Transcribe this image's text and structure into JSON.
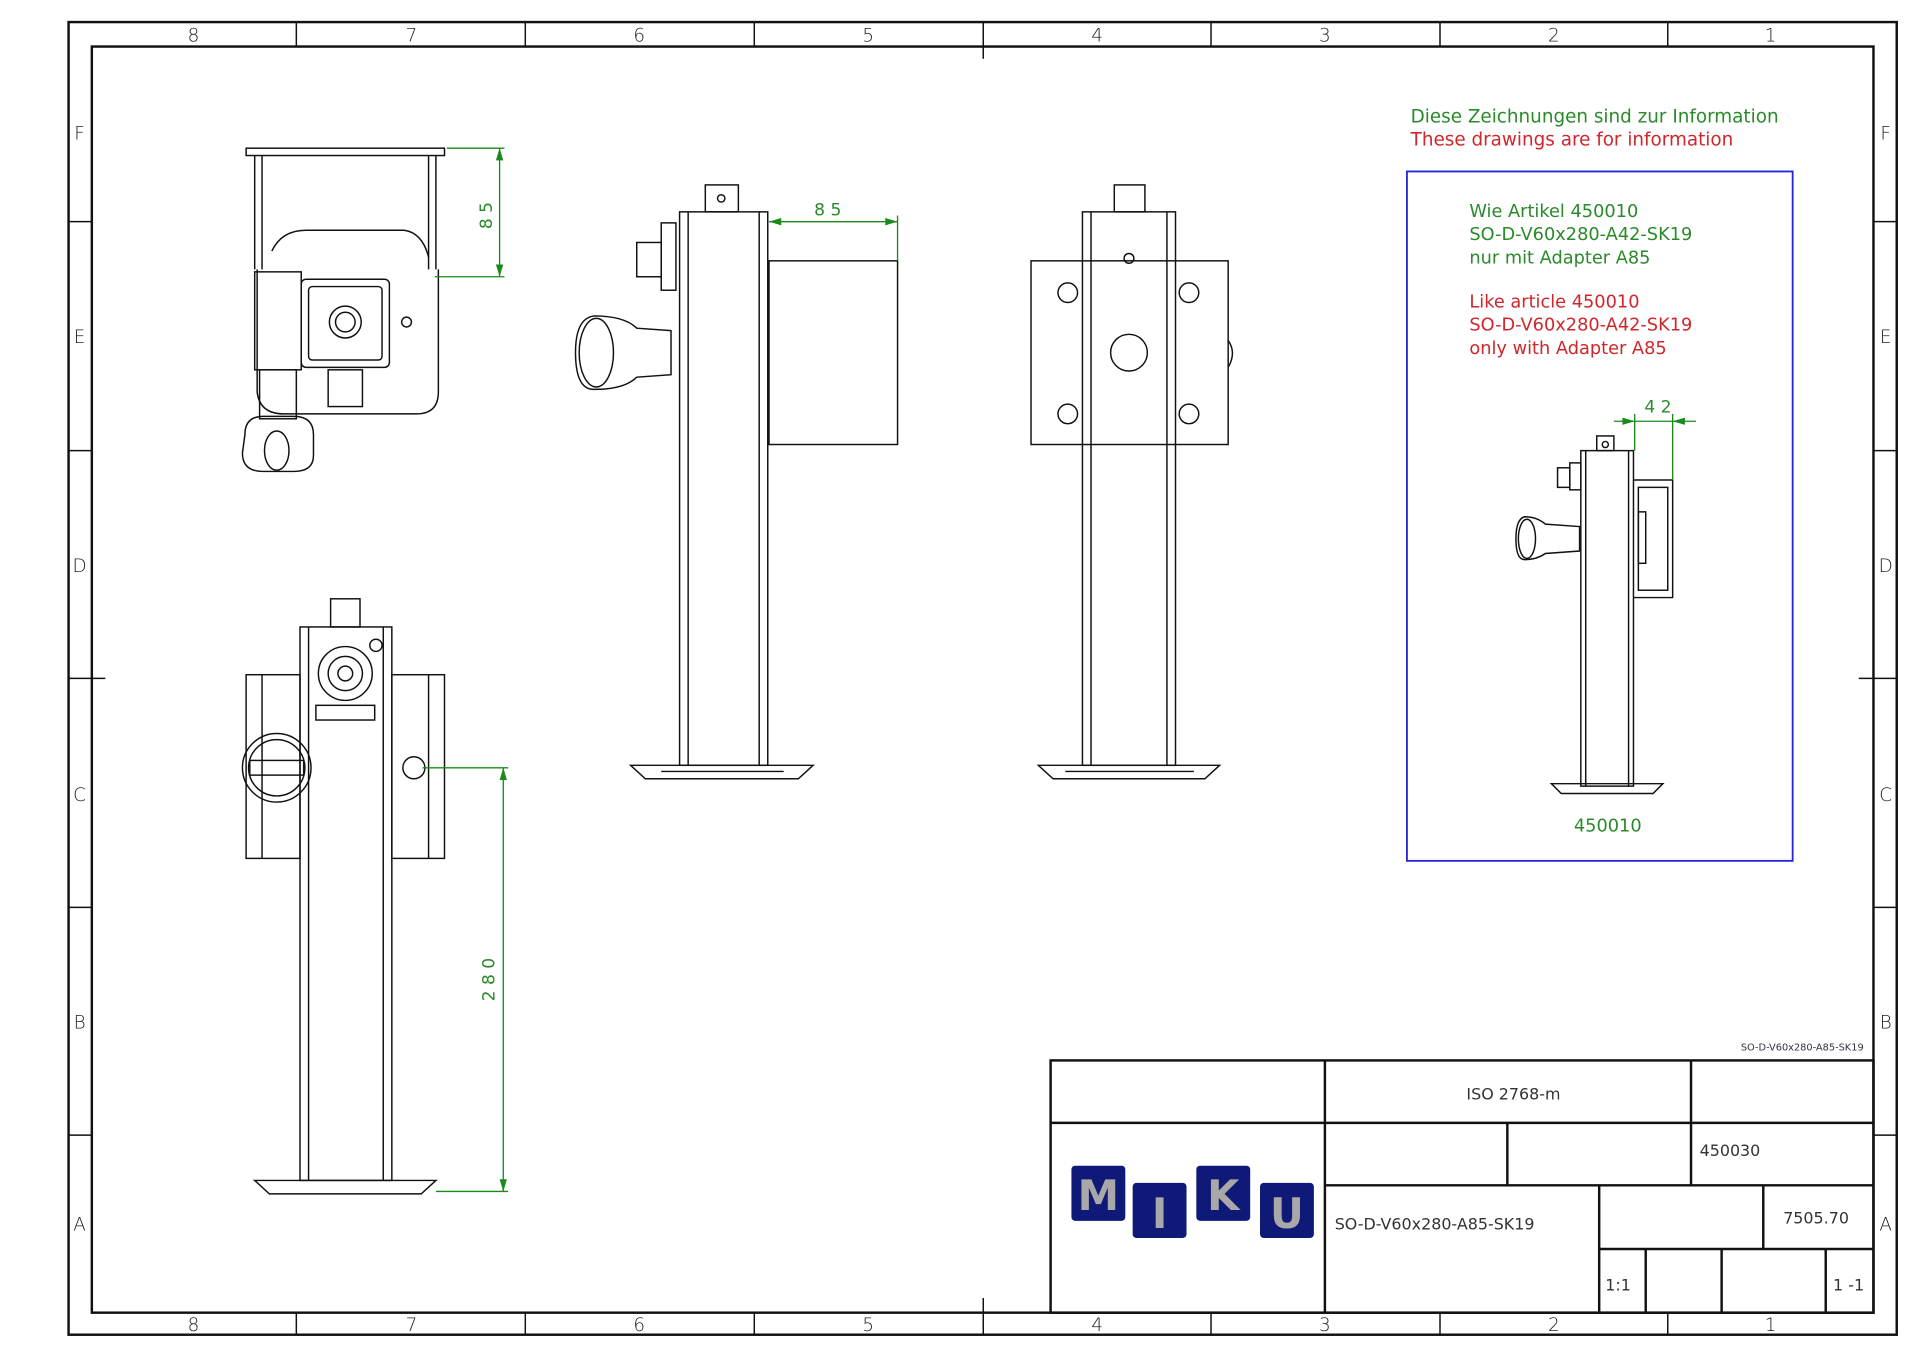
{
  "frame": {
    "columns": [
      "8",
      "7",
      "6",
      "5",
      "4",
      "3",
      "2",
      "1"
    ],
    "rows": [
      "F",
      "E",
      "D",
      "C",
      "B",
      "A"
    ]
  },
  "notes": {
    "de": "Diese Zeichnungen sind zur Information",
    "en": "These drawings are for information"
  },
  "inset": {
    "de_lines": [
      "Wie Artikel 450010",
      "SO-D-V60x280-A42-SK19",
      "nur mit Adapter A85"
    ],
    "en_lines": [
      "Like article 450010",
      "SO-D-V60x280-A42-SK19",
      "only with Adapter A85"
    ],
    "dimension": "4 2",
    "caption": "450010"
  },
  "dimensions": {
    "top_view_height": "8 5",
    "side_view_adapter": "8 5",
    "height": "2 8 0"
  },
  "title_block": {
    "small_ref": "SO-D-V60x280-A85-SK19",
    "tolerance": "ISO 2768-m",
    "article_number": "450030",
    "part_name": "SO-D-V60x280-A85-SK19",
    "drawing_number": "7505.70",
    "scale": "1:1",
    "sheet": "1 -1",
    "logo_letters": [
      "M",
      "I",
      "K",
      "U"
    ]
  },
  "colors": {
    "green": "#2a8a2a",
    "red": "#d0262b",
    "blue": "#2626d6",
    "logo": "#0f1a78"
  }
}
